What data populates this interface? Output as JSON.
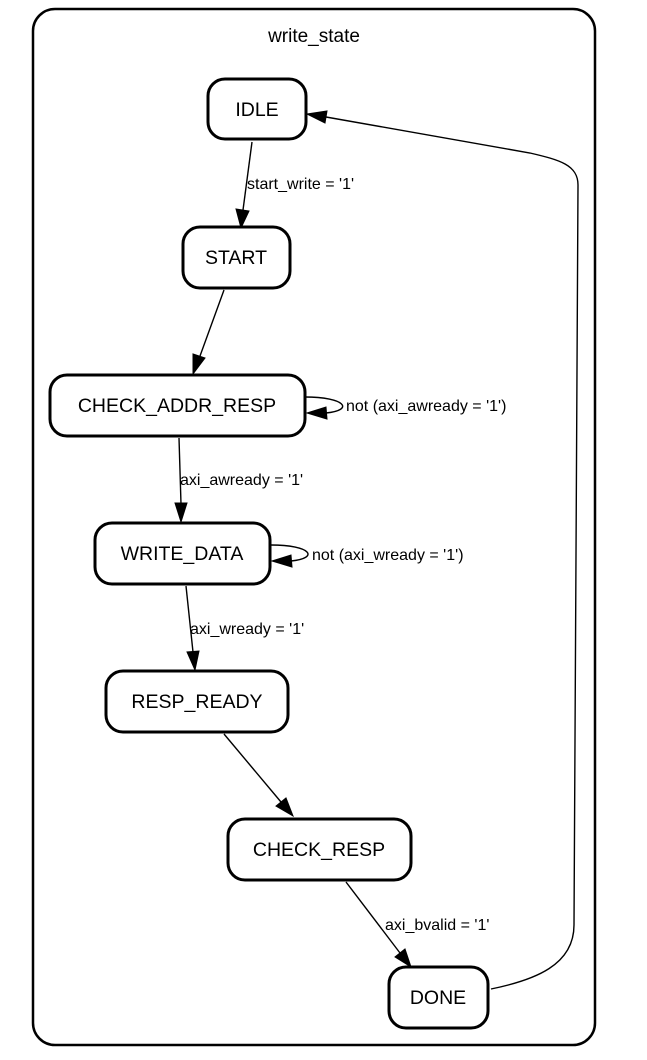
{
  "diagram": {
    "title": "write_state",
    "states": {
      "idle": "IDLE",
      "start": "START",
      "check_addr_resp": "CHECK_ADDR_RESP",
      "write_data": "WRITE_DATA",
      "resp_ready": "RESP_READY",
      "check_resp": "CHECK_RESP",
      "done": "DONE"
    },
    "transitions": {
      "idle_to_start": "start_write = '1'",
      "addr_self_loop": "not (axi_awready = '1')",
      "addr_to_write_data": "axi_awready = '1'",
      "write_data_self_loop": "not (axi_wready = '1')",
      "write_data_to_resp_ready": "axi_wready = '1'",
      "check_resp_to_done": "axi_bvalid = '1'"
    }
  }
}
